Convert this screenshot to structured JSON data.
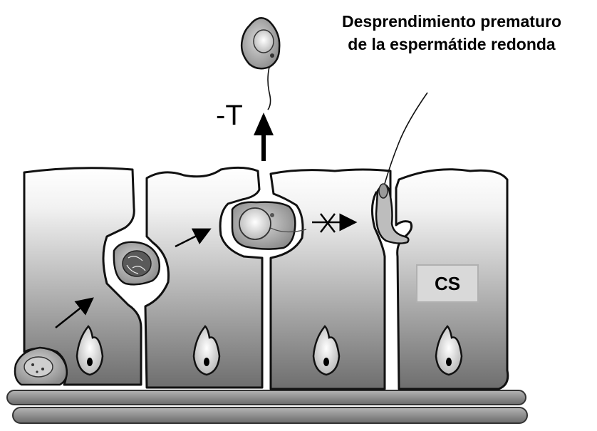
{
  "title_line1": "Desprendimiento prematuro",
  "title_line2": "de la espermátide redonda",
  "minus_t_label": "-T",
  "cs_label": "CS",
  "colors": {
    "cell_top": "#ffffff",
    "cell_bottom": "#707070",
    "outline": "#111111",
    "membrane": "#8a8a8a",
    "cs_box": "#d9d9d9"
  }
}
